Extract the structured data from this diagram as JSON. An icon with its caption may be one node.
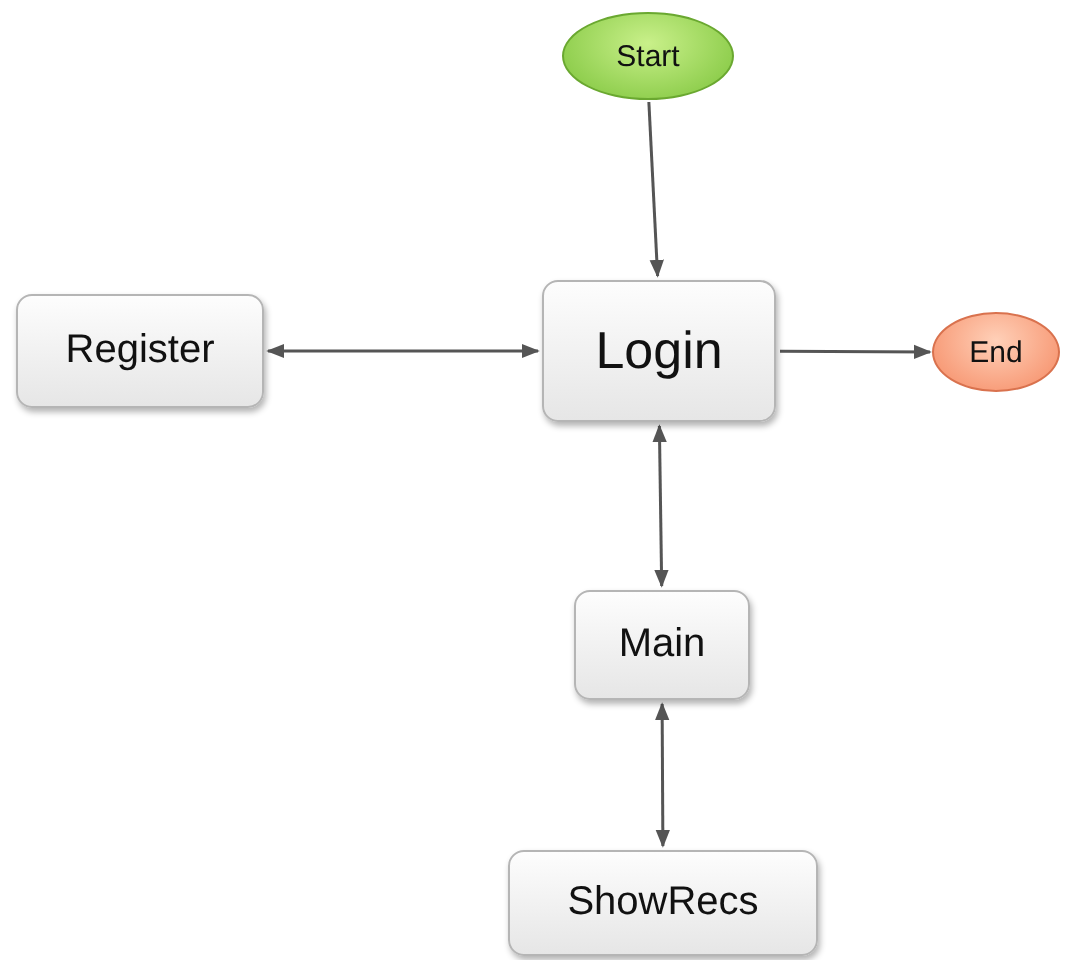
{
  "diagram": {
    "nodes": [
      {
        "text": [
          "Start"
        ]
      },
      {
        "text": [
          "Register"
        ]
      },
      {
        "text": [
          "Login"
        ]
      },
      {
        "text": [
          "End"
        ]
      },
      {
        "text": [
          "Main"
        ]
      },
      {
        "text": [
          "ShowRecs"
        ]
      }
    ],
    "edges": [
      {
        "from": 0,
        "to": 2,
        "arrow": "to"
      },
      {
        "from": 1,
        "to": 2,
        "arrow": "both"
      },
      {
        "from": 2,
        "to": 3,
        "arrow": "to"
      },
      {
        "from": 2,
        "to": 4,
        "arrow": "both"
      },
      {
        "from": 4,
        "to": 5,
        "arrow": "both"
      }
    ]
  }
}
